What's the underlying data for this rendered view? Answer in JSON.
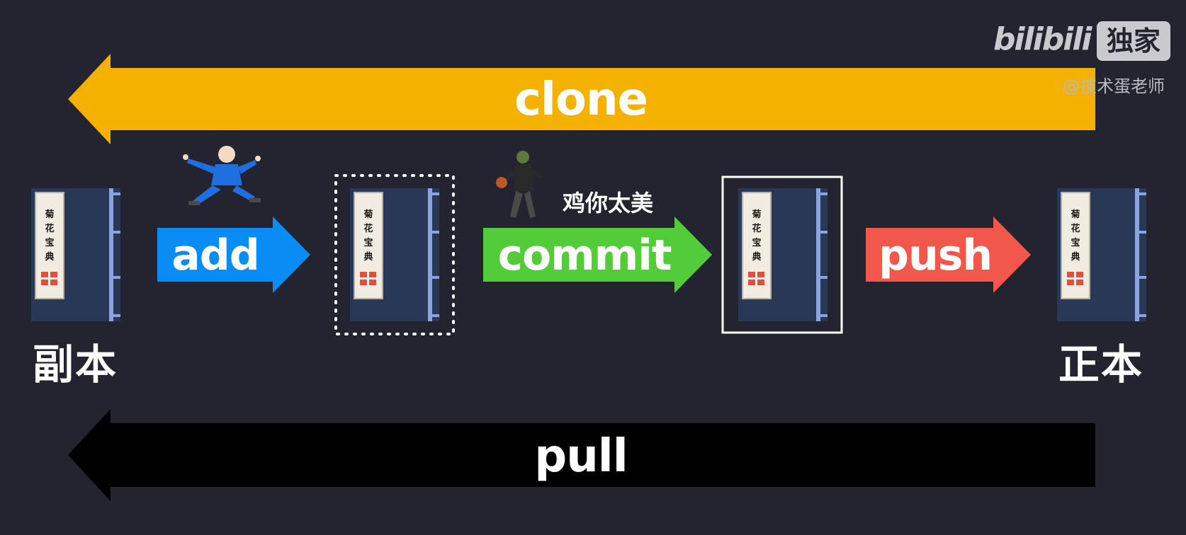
{
  "arrows": {
    "clone": "clone",
    "add": "add",
    "commit": "commit",
    "push": "push",
    "pull": "pull"
  },
  "colors": {
    "clone": "#f5b100",
    "add": "#0a8cf5",
    "commit": "#52cc38",
    "push": "#f2574c",
    "pull": "#000000",
    "background": "#232430"
  },
  "book_title": [
    "菊",
    "花",
    "宝",
    "典"
  ],
  "nodes": {
    "local": "副本",
    "remote": "正本"
  },
  "commit_message": "鸡你太美",
  "watermark": {
    "logo": "bilibili",
    "exclusive": "独家",
    "author": "@技术蛋老师"
  }
}
